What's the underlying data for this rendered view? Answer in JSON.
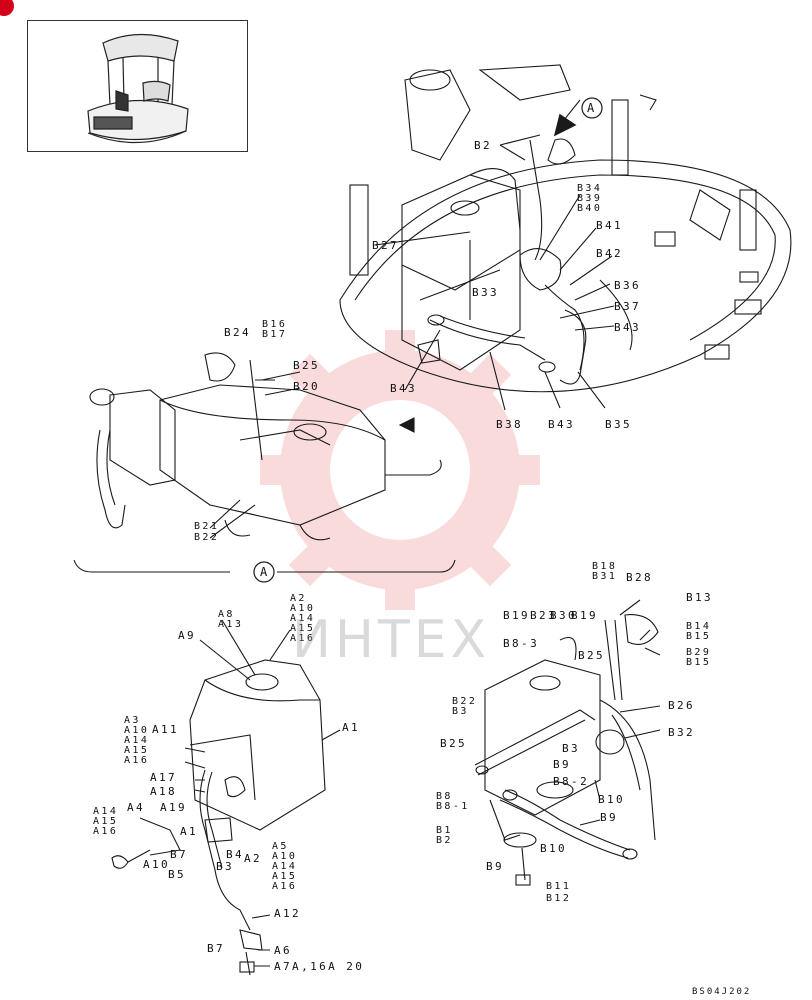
{
  "watermark_text": "ИНТЕХ",
  "footer_code": "BS04J202",
  "view_marker": "A",
  "colors": {
    "line": "#1a1a1a",
    "watermark": "#f08080",
    "badge": "#d4001a"
  },
  "labels_top": [
    "B2",
    "B34",
    "B39",
    "B40",
    "B41",
    "B42",
    "B27",
    "B33",
    "B36",
    "B37",
    "B43",
    "B43",
    "B38",
    "B43",
    "B35"
  ],
  "labels_mid": [
    "B24",
    "B16",
    "B17",
    "B25",
    "B20",
    "B21",
    "B22"
  ],
  "labels_left": [
    "A8",
    "A13",
    "A2",
    "A10",
    "A14",
    "A15",
    "A16",
    "A9",
    "A1",
    "A3",
    "A10",
    "A14",
    "A15",
    "A16",
    "A11",
    "A17",
    "A18",
    "A14",
    "A15",
    "A16",
    "A4",
    "A19",
    "A1",
    "A10",
    "B7",
    "B4",
    "B5",
    "B3",
    "A2",
    "A5",
    "A10",
    "A14",
    "A15",
    "A16",
    "A12",
    "B7",
    "A6",
    "A7",
    "A",
    "1",
    "6",
    "A",
    "20"
  ],
  "labels_right": [
    "B18",
    "B31",
    "B28",
    "B13",
    "B19",
    "B23",
    "B30",
    "B19",
    "B14",
    "B15",
    "B29",
    "B15",
    "B8-3",
    "B25",
    "B22",
    "B3",
    "B26",
    "B25",
    "B32",
    "B3",
    "B9",
    "B8-2",
    "B8",
    "B8-1",
    "B10",
    "B1",
    "B2",
    "B9",
    "B9",
    "B10",
    "B11",
    "B12"
  ]
}
